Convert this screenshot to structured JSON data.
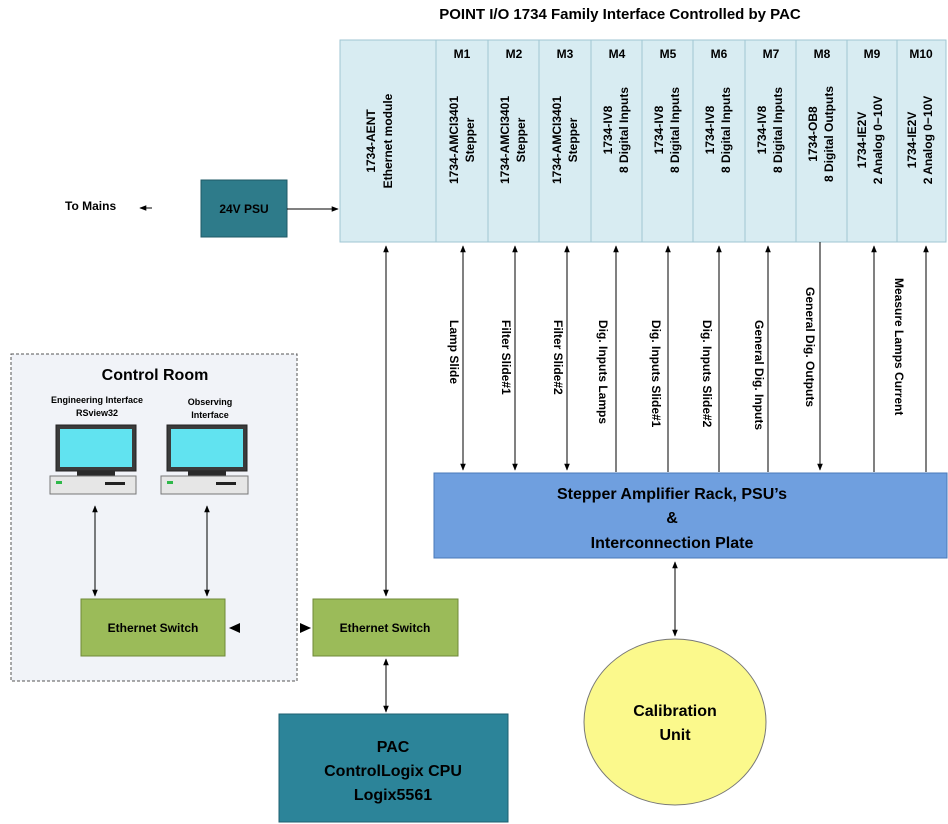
{
  "title": "POINT I/O 1734 Family Interface Controlled by PAC",
  "mains_label": "To Mains",
  "psu_label": "24V PSU",
  "aent": {
    "line1": "1734-AENT",
    "line2": "Ethernet module"
  },
  "modules": [
    {
      "tag": "M1",
      "line1": "1734-AMCI3401",
      "line2": "Stepper"
    },
    {
      "tag": "M2",
      "line1": "1734-AMCI3401",
      "line2": "Stepper"
    },
    {
      "tag": "M3",
      "line1": "1734-AMCI3401",
      "line2": "Stepper"
    },
    {
      "tag": "M4",
      "line1": "1734-IV8",
      "line2": "8 Digital Inputs"
    },
    {
      "tag": "M5",
      "line1": "1734-IV8",
      "line2": "8 Digital Inputs"
    },
    {
      "tag": "M6",
      "line1": "1734-IV8",
      "line2": "8 Digital Inputs"
    },
    {
      "tag": "M7",
      "line1": "1734-IV8",
      "line2": "8 Digital Inputs"
    },
    {
      "tag": "M8",
      "line1": "1734-OB8",
      "line2": "8 Digital Outputs"
    },
    {
      "tag": "M9",
      "line1": "1734-IE2V",
      "line2": "2 Analog 0−10V"
    },
    {
      "tag": "M10",
      "line1": "1734-IE2V",
      "line2": "2 Analog 0−10V"
    }
  ],
  "signals": [
    "Lamp Slide",
    "Filter Slide#1",
    "Filter Slide#2",
    "Dig. Inputs Lamps",
    "Dig. Inputs Slide#1",
    "Dig. Inputs Slide#2",
    "General Dig. Inputs",
    "General Dig. Outputs",
    "Measure Lamps Current"
  ],
  "rack": {
    "line1": "Stepper Amplifier Rack, PSU’s",
    "line2": "&",
    "line3": "Interconnection Plate"
  },
  "control_room": {
    "title": "Control Room",
    "eng_line1": "Engineering Interface",
    "eng_line2": "RSview32",
    "obs_line1": "Observing",
    "obs_line2": "Interface",
    "switch": "Ethernet Switch"
  },
  "main_switch": "Ethernet Switch",
  "pac": {
    "line1": "PAC",
    "line2": "ControlLogix CPU",
    "line3": "Logix5561"
  },
  "calibration": {
    "line1": "Calibration",
    "line2": "Unit"
  },
  "colors": {
    "module_fill": "#d8ecf2",
    "module_border": "#9fc6d3",
    "psu_fill": "#2e7b8a",
    "pac_fill": "#2c8499",
    "switch_fill": "#9bbb59",
    "rack_fill": "#6f9fdf",
    "calib_fill": "#fbf98c",
    "room_fill": "#f1f3f8"
  }
}
